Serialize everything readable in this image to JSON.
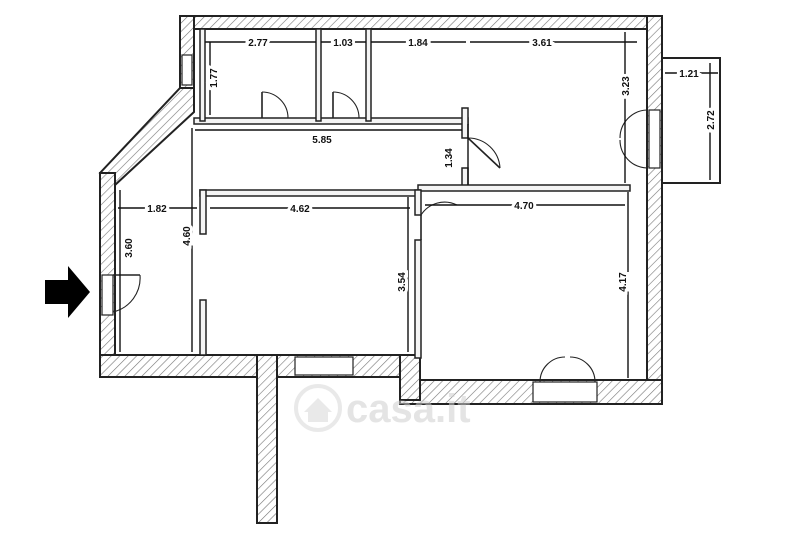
{
  "dimensions": {
    "room_a_width": "2.77",
    "room_b_width": "1.03",
    "room_c_width_left": "1.84",
    "room_c_width_right": "3.61",
    "balcony_width": "1.21",
    "room_a_height": "1.77",
    "room_c_height": "3.23",
    "balcony_height": "2.72",
    "corridor_length": "5.85",
    "corridor_depth": "1.34",
    "entry_width": "1.82",
    "entry_height": "3.60",
    "living_height": "4.60",
    "living_width": "4.62",
    "living_depth": "3.54",
    "bedroom_width": "4.70",
    "bedroom_height": "4.17"
  },
  "watermark": {
    "label": "casa.it",
    "icon": "house-icon"
  },
  "entrance": {
    "icon": "arrow-right-icon"
  }
}
